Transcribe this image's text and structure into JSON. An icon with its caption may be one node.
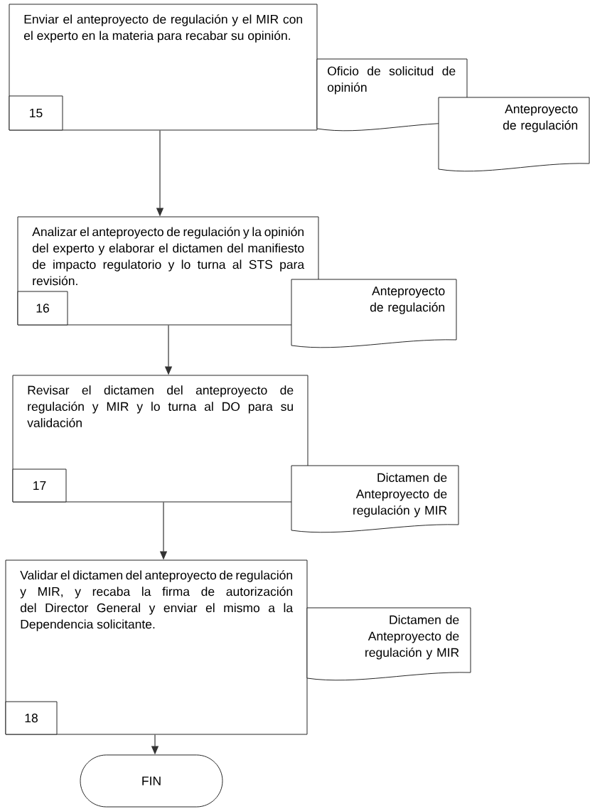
{
  "diagram": {
    "nodes": [
      {
        "text": [
          "Enviar el anteproyecto de regulación y el MIR con el experto en la materia para recabar su opinión."
        ]
      },
      {
        "text": [
          "15"
        ],
        "in": 0
      },
      {
        "text": [
          "Oficio de solicitud de opinión"
        ]
      },
      {
        "text": [
          "Anteproyecto de regulación"
        ]
      },
      {
        "text": [
          "Analizar el anteproyecto de regulación y la opinión del experto y elaborar el dictamen del manifiesto de impacto regulatorio y lo turna al STS para revisión."
        ]
      },
      {
        "text": [
          "16"
        ],
        "in": 4
      },
      {
        "text": [
          "Anteproyecto de regulación"
        ]
      },
      {
        "text": [
          "Revisar el dictamen del anteproyecto de regulación y MIR y lo turna al DO para su validación"
        ]
      },
      {
        "text": [
          "17"
        ],
        "in": 7
      },
      {
        "text": [
          "Dictamen de Anteproyecto de regulación y MIR"
        ]
      },
      {
        "text": [
          "Validar el dictamen del anteproyecto de regulación y MIR, y recaba la firma de autorización del Director General y enviar el mismo a la Dependencia solicitante."
        ]
      },
      {
        "text": [
          "18"
        ],
        "in": 10
      },
      {
        "text": [
          "Dictamen de Anteproyecto de regulación y MIR"
        ]
      },
      {
        "text": [
          "FIN"
        ]
      }
    ],
    "edges": [
      {
        "from": 0,
        "to": 4,
        "arrow": "to"
      },
      {
        "from": 4,
        "to": 7,
        "arrow": "to"
      },
      {
        "from": 7,
        "to": 10,
        "arrow": "to"
      },
      {
        "from": 10,
        "to": 13,
        "arrow": "to"
      }
    ]
  }
}
